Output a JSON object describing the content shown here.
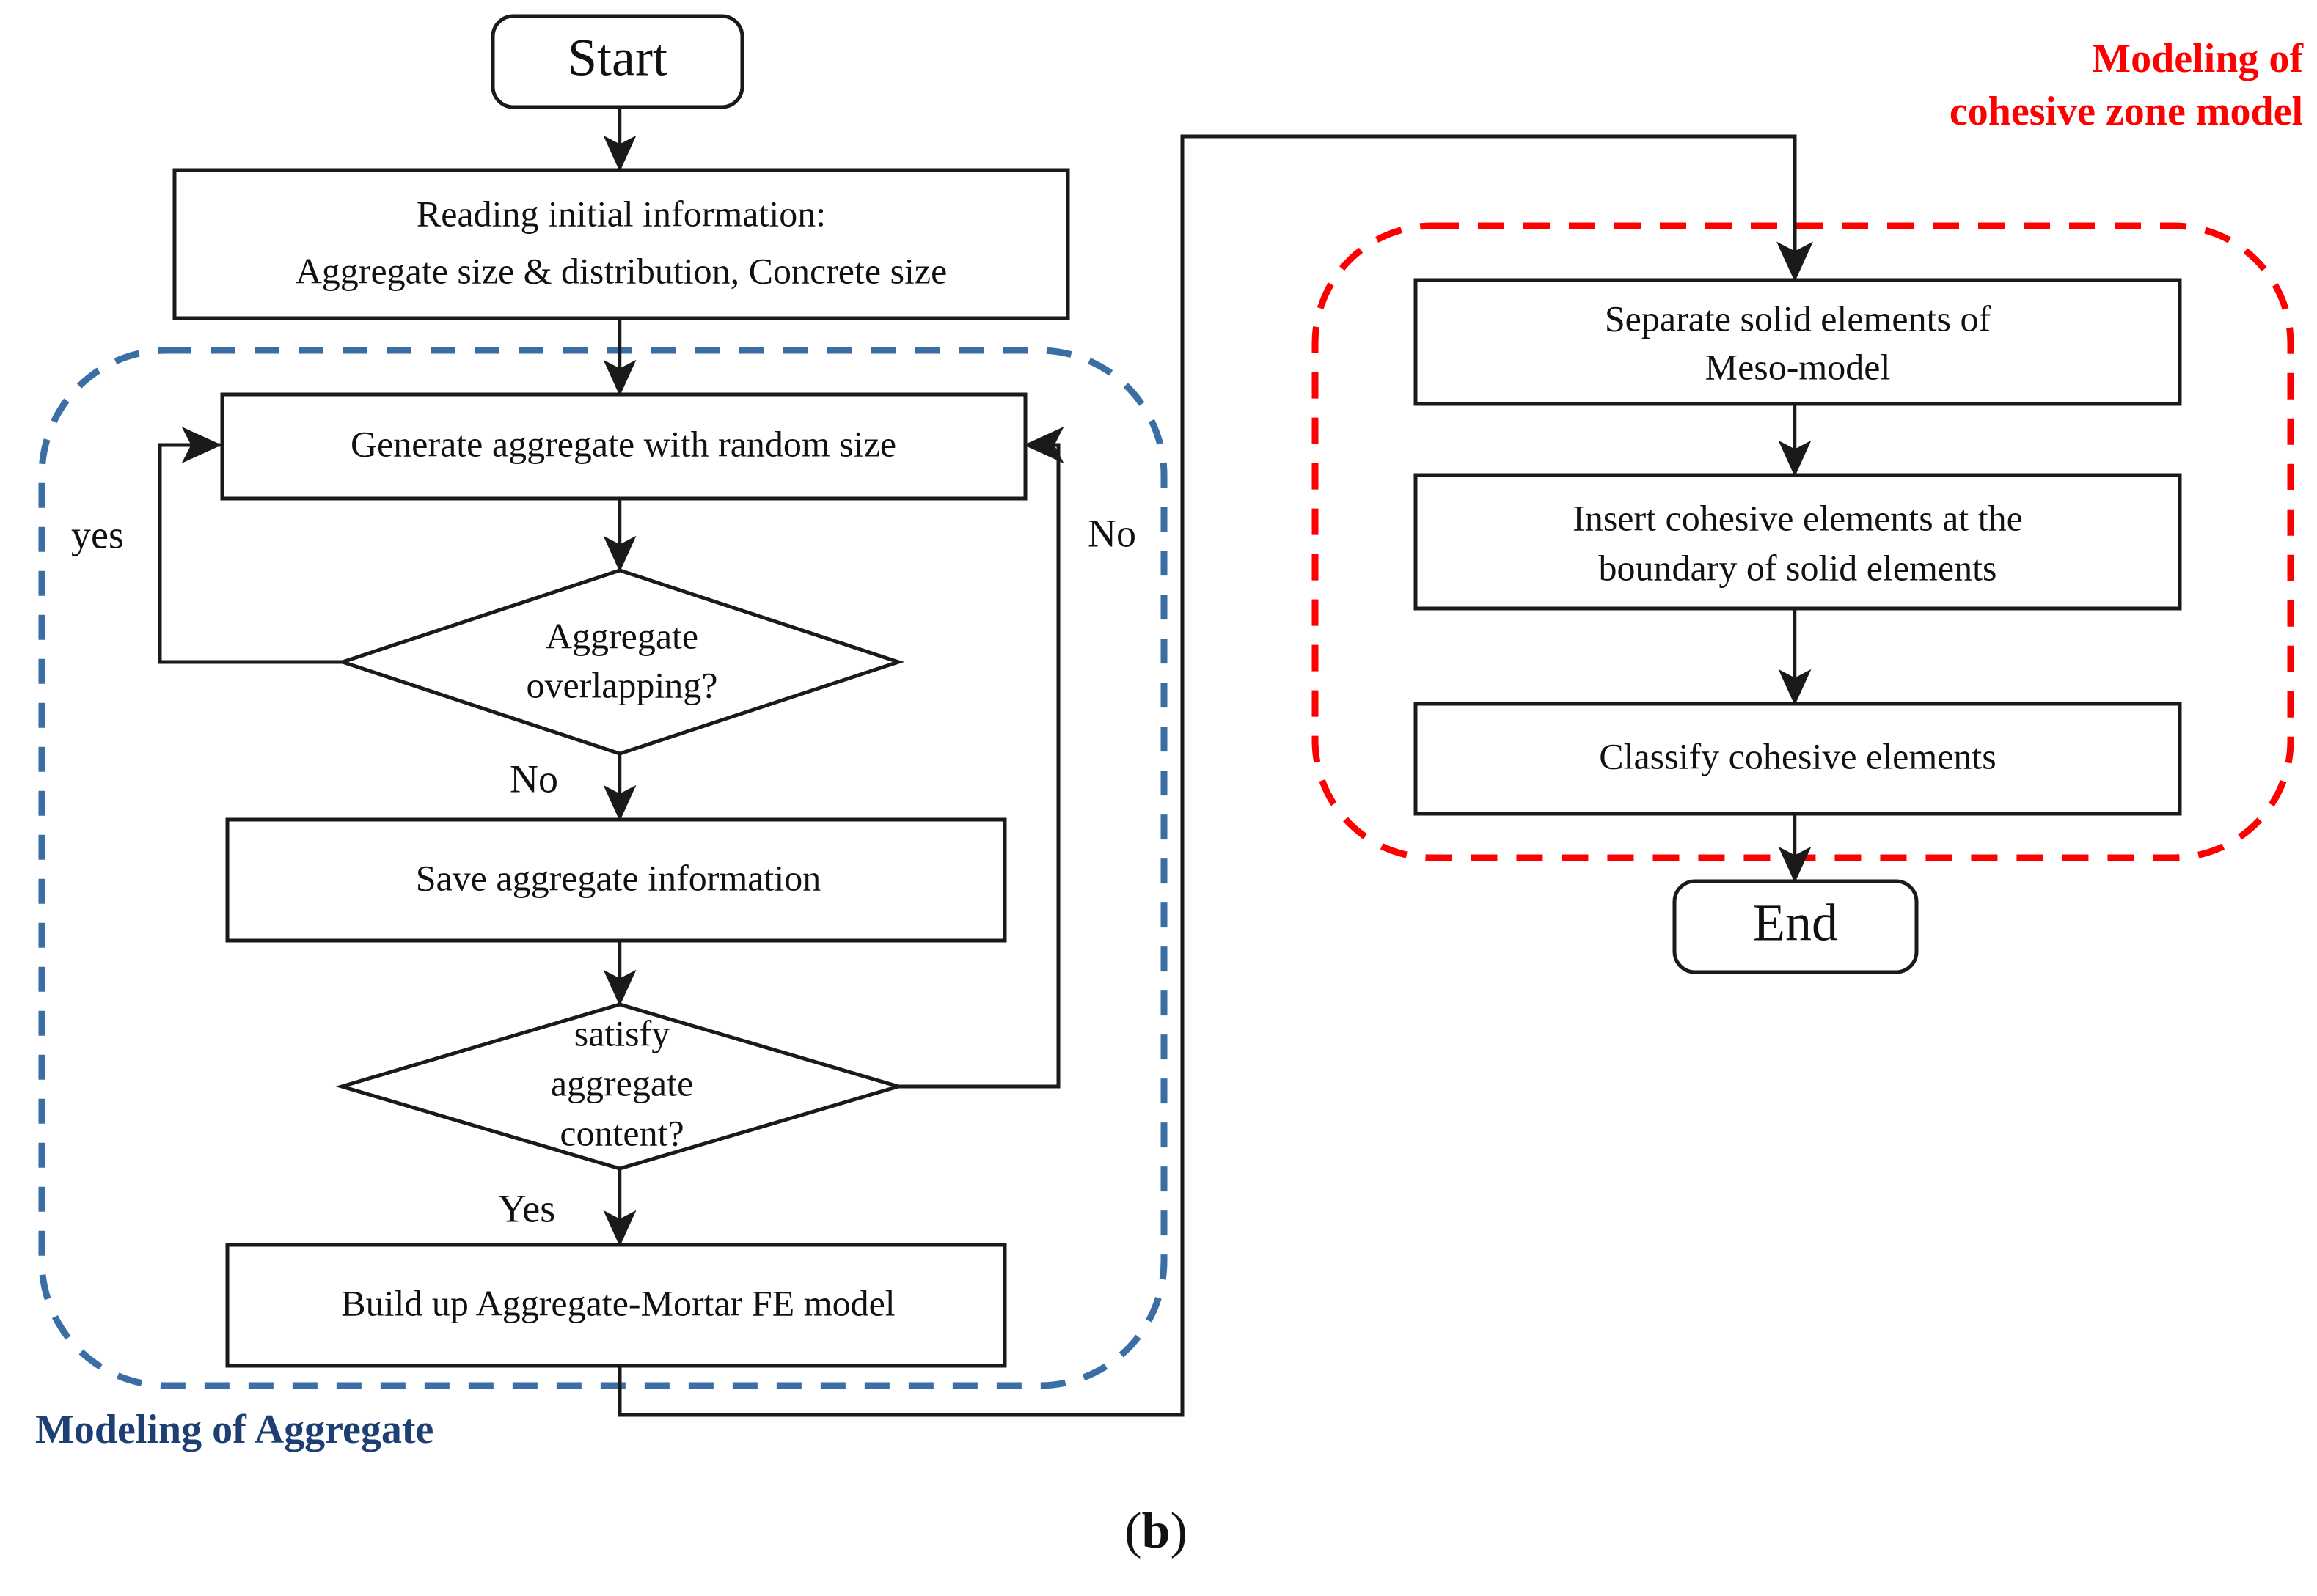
{
  "figure": {
    "caption": "(b)",
    "caption_open_paren": "(",
    "caption_letter": "b",
    "caption_close_paren": ")"
  },
  "colors": {
    "aggregate_group_stroke": "#3a6ea5",
    "aggregate_group_label": "#1d3f73",
    "cohesive_group_stroke": "#fe0000",
    "cohesive_group_label": "#fe0000",
    "node_stroke": "#1a1a1a",
    "node_fill": "#ffffff",
    "connector": "#1a1a1a",
    "background": "#ffffff"
  },
  "groups": {
    "aggregate": {
      "label": "Modeling of Aggregate"
    },
    "cohesive": {
      "label_line1": "Modeling of",
      "label_line2": "cohesive zone model"
    }
  },
  "nodes": {
    "start": {
      "label": "Start",
      "shape": "terminator"
    },
    "read_info": {
      "line1": "Reading initial information:",
      "line2": "Aggregate size & distribution, Concrete size",
      "shape": "process"
    },
    "generate_aggregate": {
      "label": "Generate aggregate with random size",
      "shape": "process"
    },
    "overlap_decision": {
      "line1": "Aggregate",
      "line2": "overlapping?",
      "shape": "decision"
    },
    "save_info": {
      "label": "Save aggregate information",
      "shape": "process"
    },
    "content_decision": {
      "line1": "satisfy",
      "line2": "aggregate",
      "line3": "content?",
      "shape": "decision"
    },
    "build_fe_model": {
      "label": "Build up Aggregate-Mortar FE model",
      "shape": "process"
    },
    "separate_solid": {
      "line1": "Separate solid elements of",
      "line2": "Meso-model",
      "shape": "process"
    },
    "insert_cohesive": {
      "line1": "Insert cohesive elements at the",
      "line2": "boundary of  solid elements",
      "shape": "process"
    },
    "classify_cohesive": {
      "label": "Classify cohesive elements",
      "shape": "process"
    },
    "end": {
      "label": "End",
      "shape": "terminator"
    }
  },
  "edge_labels": {
    "overlap_yes": "yes",
    "overlap_no": "No",
    "content_no": "No",
    "content_yes": "Yes"
  },
  "flow": {
    "edges": [
      {
        "from": "start",
        "to": "read_info",
        "label": ""
      },
      {
        "from": "read_info",
        "to": "generate_aggregate",
        "label": ""
      },
      {
        "from": "generate_aggregate",
        "to": "overlap_decision",
        "label": ""
      },
      {
        "from": "overlap_decision",
        "to": "generate_aggregate",
        "label": "yes"
      },
      {
        "from": "overlap_decision",
        "to": "save_info",
        "label": "No"
      },
      {
        "from": "save_info",
        "to": "content_decision",
        "label": ""
      },
      {
        "from": "content_decision",
        "to": "generate_aggregate",
        "label": "No"
      },
      {
        "from": "content_decision",
        "to": "build_fe_model",
        "label": "Yes"
      },
      {
        "from": "build_fe_model",
        "to": "separate_solid",
        "label": ""
      },
      {
        "from": "separate_solid",
        "to": "insert_cohesive",
        "label": ""
      },
      {
        "from": "insert_cohesive",
        "to": "classify_cohesive",
        "label": ""
      },
      {
        "from": "classify_cohesive",
        "to": "end",
        "label": ""
      }
    ]
  }
}
